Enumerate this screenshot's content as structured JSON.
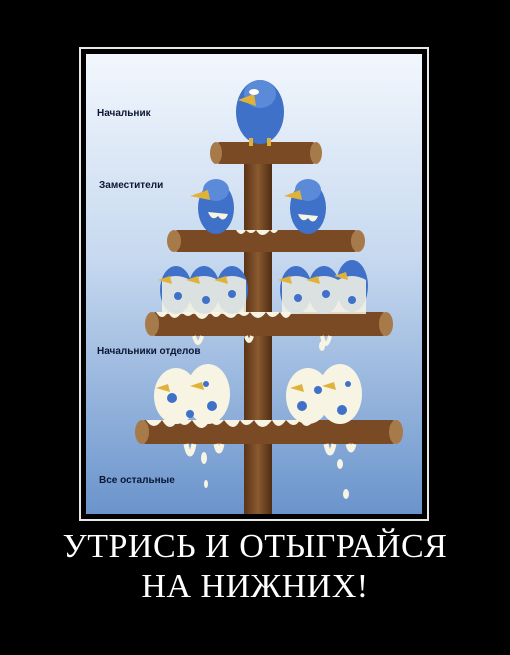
{
  "levels": {
    "boss": "Начальник",
    "deputies": "Заместители",
    "department_heads": "Начальники отделов",
    "everyone_else": "Все остальные"
  },
  "caption": {
    "line1": "УТРИСЬ И ОТЫГРАЙСЯ",
    "line2": "НА НИЖНИХ!"
  },
  "colors": {
    "background": "#000000",
    "frame": "#e8e8e8",
    "sky_top": "#f2f7fd",
    "sky_bottom": "#6a94cc",
    "bird": "#3f71c8",
    "wood": "#7a4a24",
    "dropping": "#f7f4e4"
  }
}
